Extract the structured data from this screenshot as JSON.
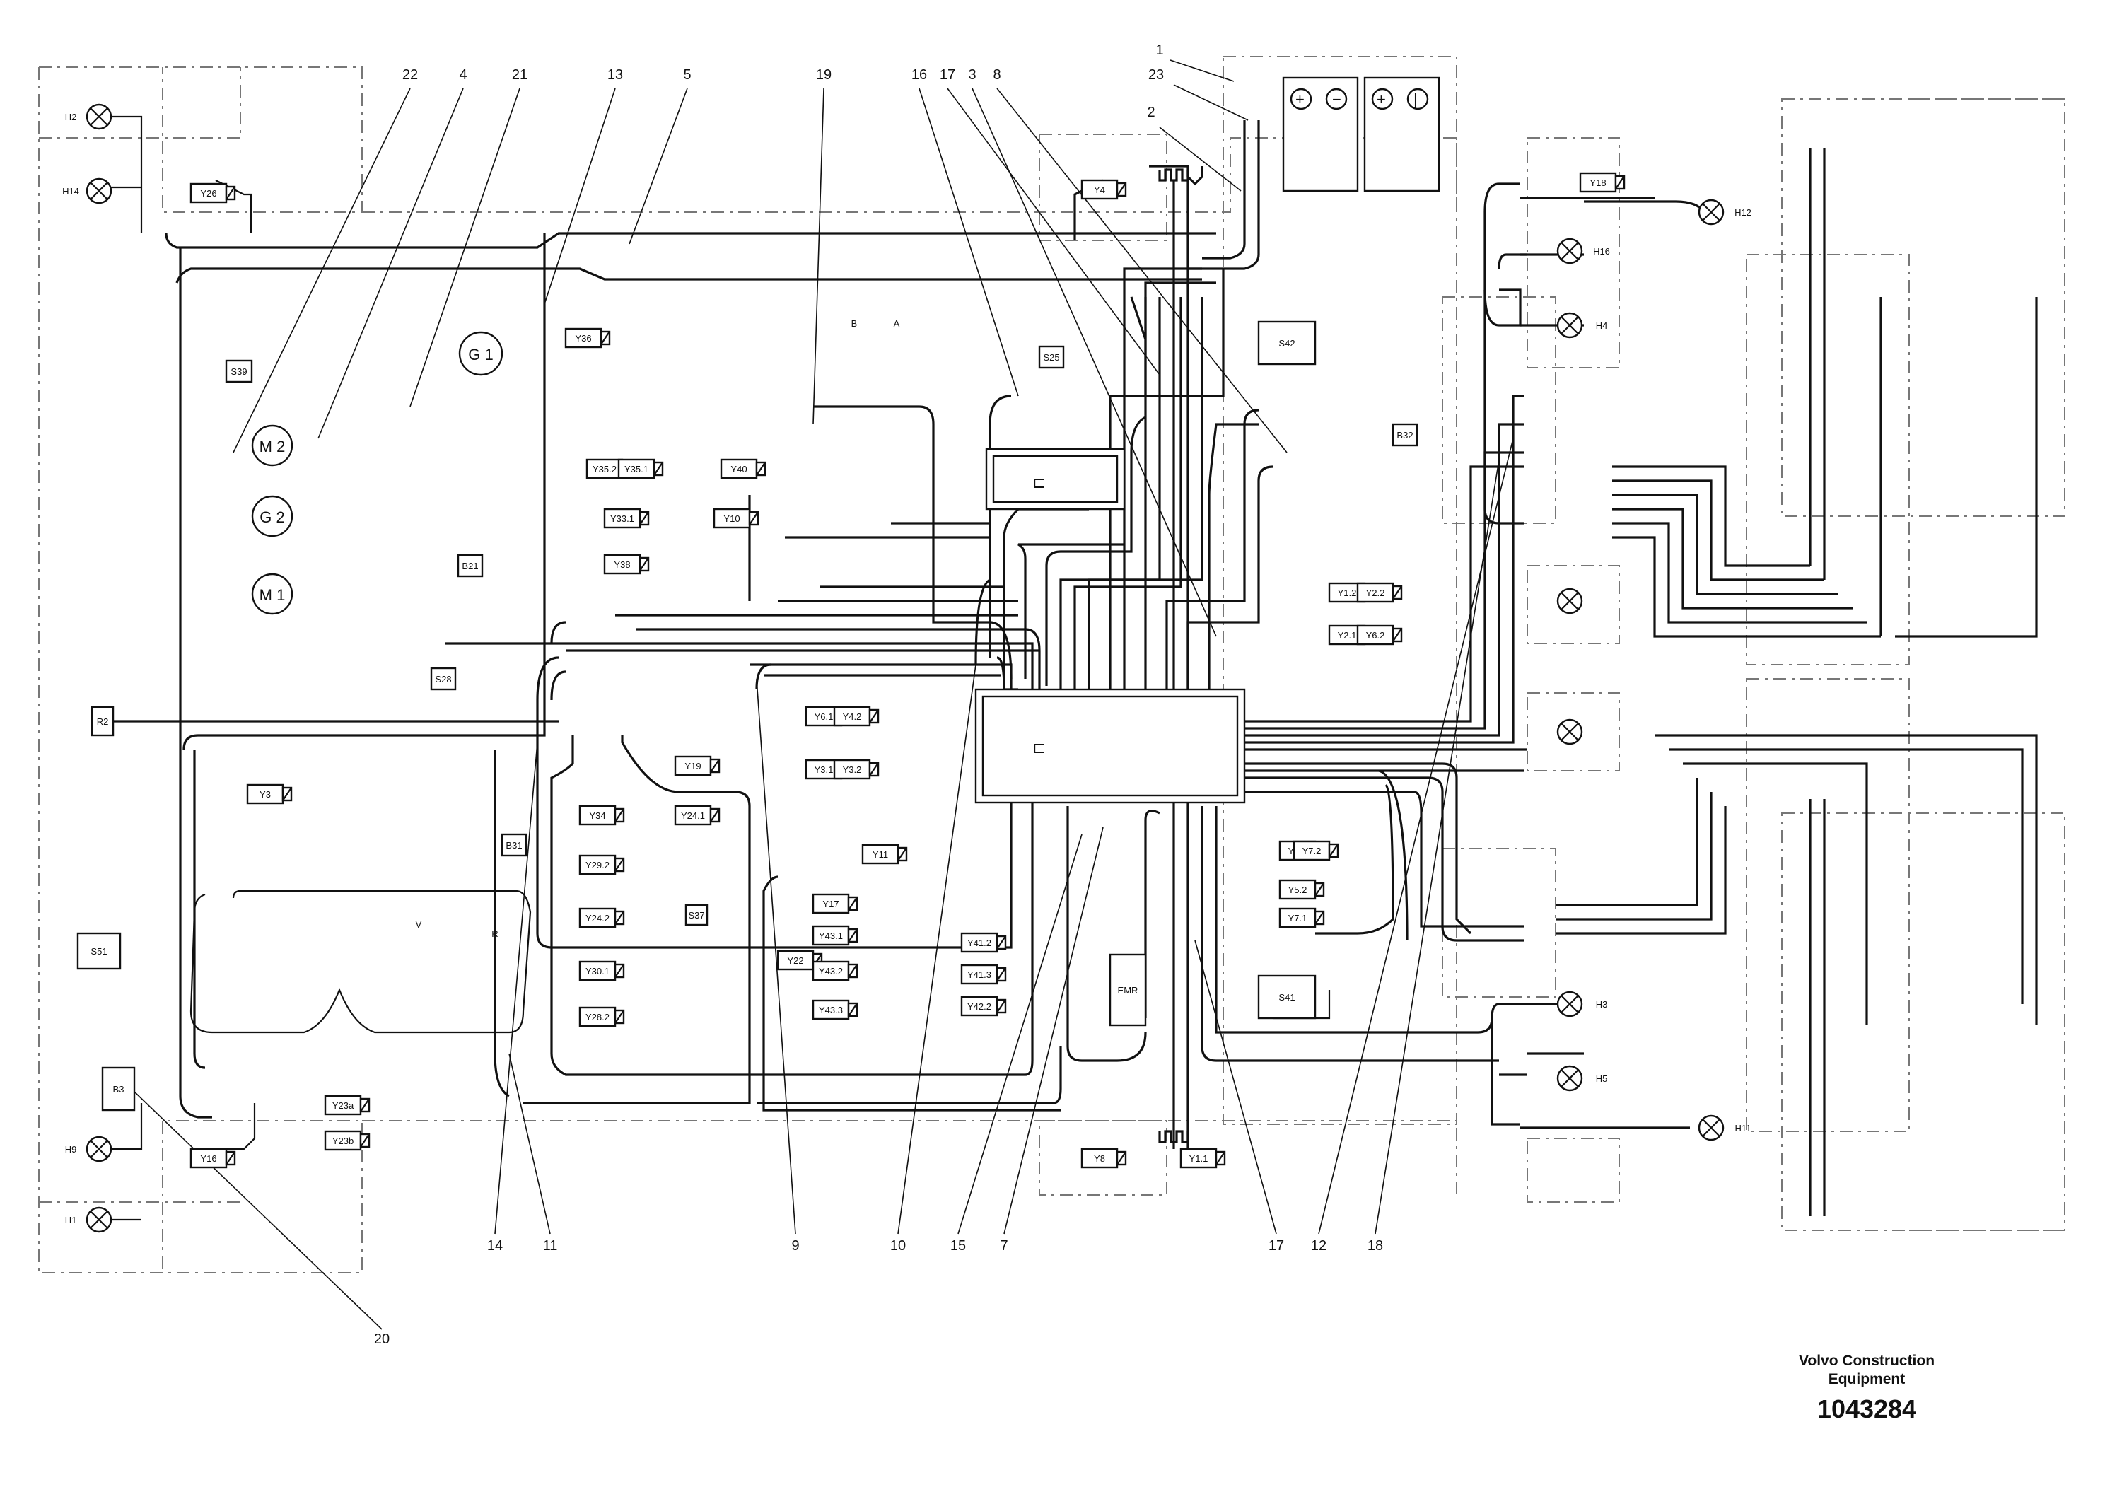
{
  "brand": {
    "line1": "Volvo Construction",
    "line2": "Equipment"
  },
  "document_number": "1043284",
  "callouts_top": [
    "22",
    "4",
    "21",
    "13",
    "5",
    "19",
    "16",
    "17",
    "3",
    "8",
    "1",
    "23",
    "2"
  ],
  "callouts_bottom": [
    "14",
    "11",
    "9",
    "10",
    "15",
    "7",
    "17",
    "12",
    "18",
    "20"
  ],
  "components": {
    "lamps_left": [
      "H2",
      "H14",
      "H9",
      "H1"
    ],
    "lamps_right": [
      "H16",
      "H4",
      "H12",
      "H3",
      "H5",
      "H11"
    ],
    "motors": [
      "G 1",
      "M 2",
      "G 2",
      "M 1"
    ],
    "sensors": [
      "S39",
      "B21",
      "S28",
      "R2",
      "S37",
      "B31",
      "B32",
      "S42",
      "S41",
      "S25",
      "S51",
      "B3",
      "EMR"
    ],
    "valves": [
      "Y26",
      "Y4",
      "Y18",
      "Y36",
      "Y35.2",
      "Y35.1",
      "Y33.1",
      "Y38",
      "Y40",
      "Y10",
      "Y11",
      "Y19",
      "Y24.1",
      "Y34",
      "Y29.2",
      "Y24.2",
      "Y30.1",
      "Y28.2",
      "Y3",
      "Y17",
      "Y22",
      "Y6.1",
      "Y4.2",
      "Y3.1",
      "Y3.2",
      "Y41.2",
      "Y41.3",
      "Y42.2",
      "Y43.1",
      "Y43.2",
      "Y43.3",
      "Y16",
      "Y23a",
      "Y23b",
      "Y8",
      "Y1.1",
      "Y1.2",
      "Y2.1",
      "Y2.2",
      "Y6.2",
      "Y5.1",
      "Y5.2",
      "Y7.1",
      "Y7.2"
    ],
    "sub_labels": [
      "A",
      "B",
      "R",
      "V"
    ]
  }
}
